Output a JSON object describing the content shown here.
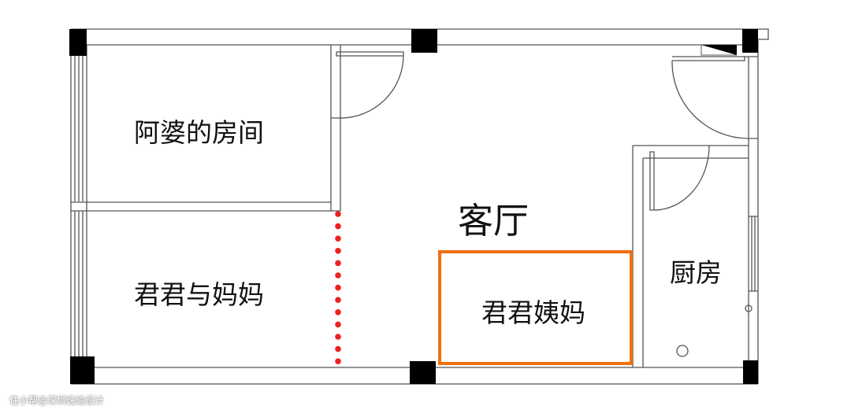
{
  "rooms": {
    "grandma": "阿婆的房间",
    "junjun_mom": "君君与妈妈",
    "living": "客厅",
    "junjun_aunt": "君君姨妈",
    "kitchen": "厨房"
  },
  "watermark": "住小帮@深圳逸瑜设计",
  "colors": {
    "highlight": "#f07010",
    "divider_dots": "#ee2222",
    "wall": "#555555",
    "column": "#000000"
  }
}
